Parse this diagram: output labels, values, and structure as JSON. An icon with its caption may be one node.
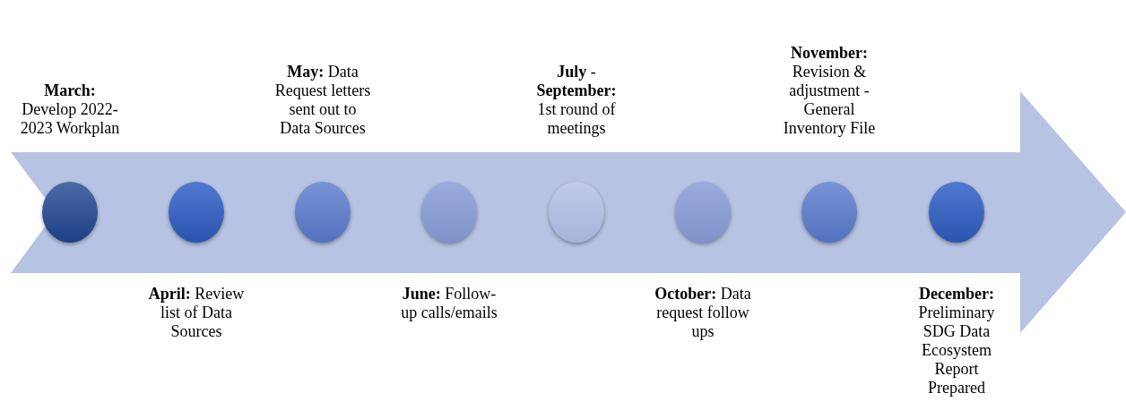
{
  "diagram": {
    "nodes": [
      {
        "text": [],
        "shape": "circle",
        "beside": [
          "**March:** Develop 2022- 2023 Workplan"
        ]
      },
      {
        "text": [],
        "shape": "circle",
        "beside": [
          "**April:** Review list of Data Sources"
        ]
      },
      {
        "text": [],
        "shape": "circle",
        "beside": [
          "**May:** Data Request letters sent out to Data Sources"
        ]
      },
      {
        "text": [],
        "shape": "circle",
        "beside": [
          "**June:** Follow-up calls/emails"
        ]
      },
      {
        "text": [],
        "shape": "circle",
        "beside": [
          "**July** - **September:** 1st round of meetings"
        ]
      },
      {
        "text": [],
        "shape": "circle",
        "beside": [
          "**October:** Data request follow ups"
        ]
      },
      {
        "text": [],
        "shape": "circle",
        "beside": [
          "**November:** Revision & adjustment - General Inventory File"
        ]
      },
      {
        "text": [],
        "shape": "circle",
        "beside": [
          "**December:** Preliminary SDG Data Ecosystem Report Prepared"
        ]
      }
    ]
  }
}
